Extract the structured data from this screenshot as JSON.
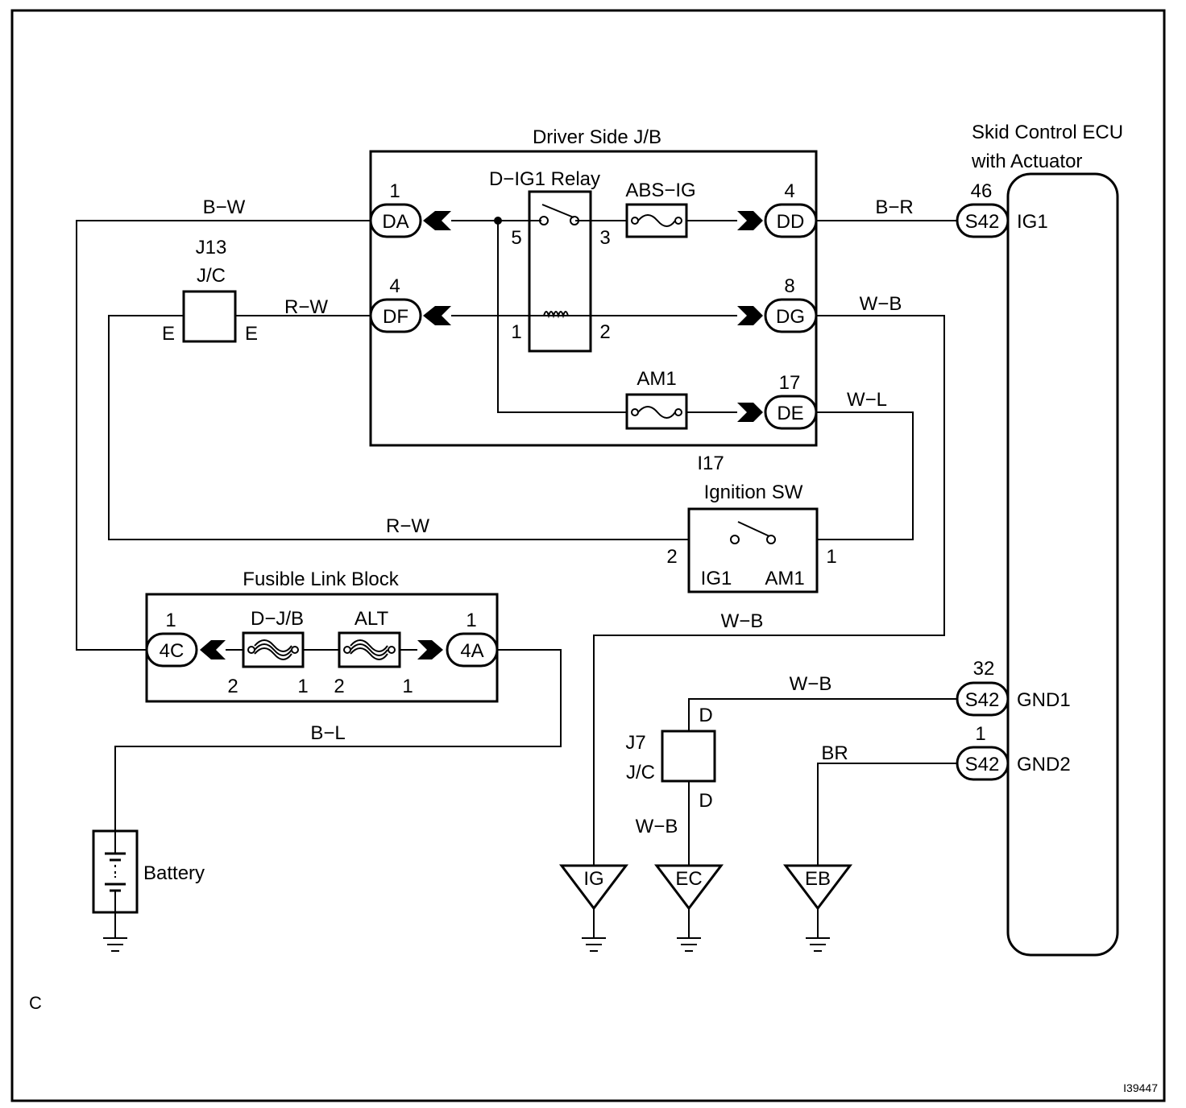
{
  "corner_letter": "C",
  "figure_code": "I39447",
  "driver_jb": {
    "title": "Driver Side J/B",
    "relay_label": "D−IG1 Relay",
    "relay_pins": {
      "p5": "5",
      "p3": "3",
      "p1": "1",
      "p2": "2"
    },
    "fuse_abs": "ABS−IG",
    "fuse_am1": "AM1",
    "connectors": {
      "DA": {
        "name": "DA",
        "pin": "1"
      },
      "DF": {
        "name": "DF",
        "pin": "4"
      },
      "DD": {
        "name": "DD",
        "pin": "4"
      },
      "DG": {
        "name": "DG",
        "pin": "8"
      },
      "DE": {
        "name": "DE",
        "pin": "17"
      }
    }
  },
  "ecu": {
    "title_line1": "Skid Control ECU",
    "title_line2": "with Actuator",
    "conn": "S42",
    "ig1": {
      "pin": "46",
      "label": "IG1"
    },
    "gnd1": {
      "pin": "32",
      "label": "GND1"
    },
    "gnd2": {
      "pin": "1",
      "label": "GND2"
    }
  },
  "j13": {
    "code": "J13",
    "label": "J/C",
    "left": "E",
    "right": "E"
  },
  "j7": {
    "code": "J7",
    "label": "J/C",
    "top": "D",
    "bottom": "D"
  },
  "ignition_sw": {
    "code": "I17",
    "title": "Ignition SW",
    "pin_left": "2",
    "pin_right": "1",
    "term_left": "IG1",
    "term_right": "AM1"
  },
  "fusible_link": {
    "title": "Fusible Link Block",
    "fuse1": "D−J/B",
    "fuse2": "ALT",
    "conn_left": {
      "name": "4C",
      "pin": "1"
    },
    "conn_right": {
      "name": "4A",
      "pin": "1"
    },
    "fuse_pins": {
      "f1_left": "2",
      "f1_right": "1",
      "f2_left": "2",
      "f2_right": "1"
    }
  },
  "battery": "Battery",
  "wires": {
    "bw": "B−W",
    "rw_top": "R−W",
    "rw_bottom": "R−W",
    "br_top": "B−R",
    "wb_dg": "W−B",
    "wl": "W−L",
    "wb_ig": "W−B",
    "wb_gnd1": "W−B",
    "wb_j7": "W−B",
    "br_gnd2": "BR",
    "bl": "B−L"
  },
  "grounds": {
    "ig": "IG",
    "ec": "EC",
    "eb": "EB"
  }
}
